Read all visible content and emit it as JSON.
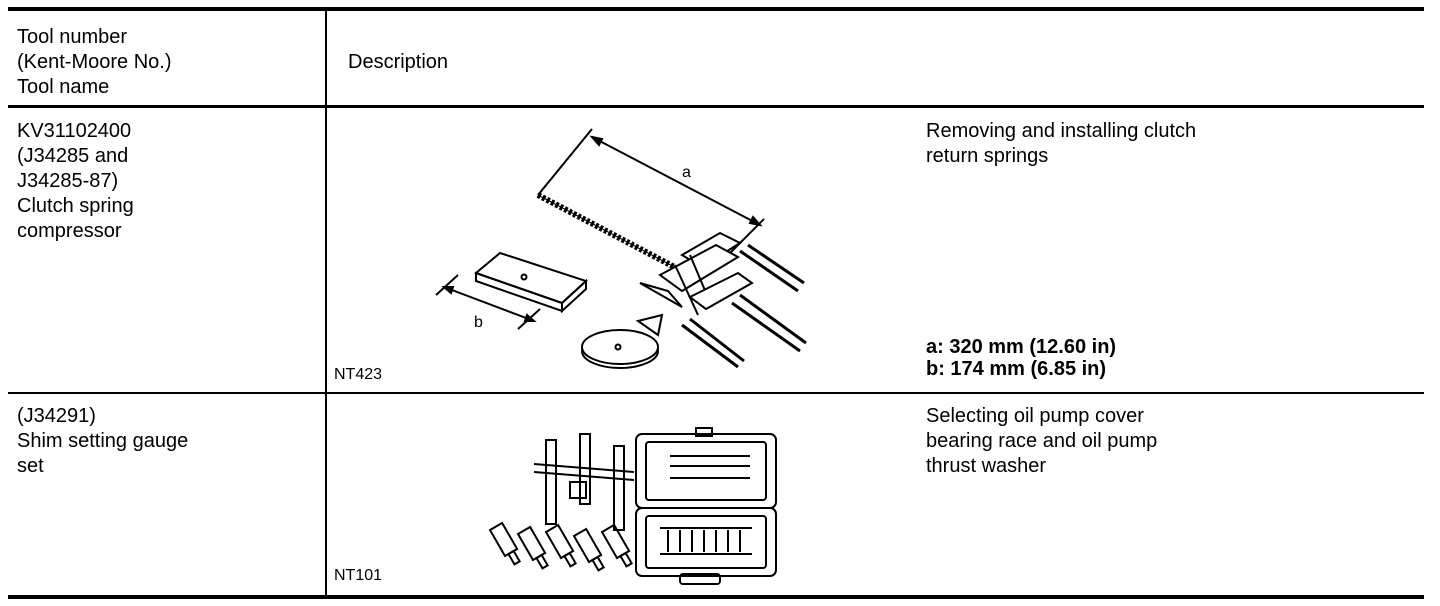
{
  "header": {
    "tool_col": "Tool number\n(Kent-Moore No.)\nTool name",
    "desc_col": "Description"
  },
  "rows": [
    {
      "tool": "KV31102400\n(J34285 and\nJ34285-87)\nClutch spring\ncompressor",
      "figure_code": "NT423",
      "description": "Removing and installing clutch\nreturn springs",
      "dim_a_label": "a",
      "dim_b_label": "b",
      "spec_a": "a: 320 mm (12.60 in)",
      "spec_b": "b: 174 mm (6.85 in)"
    },
    {
      "tool": "(J34291)\nShim setting gauge\nset",
      "figure_code": "NT101",
      "description": "Selecting oil pump cover\nbearing race and oil pump\nthrust washer"
    }
  ]
}
